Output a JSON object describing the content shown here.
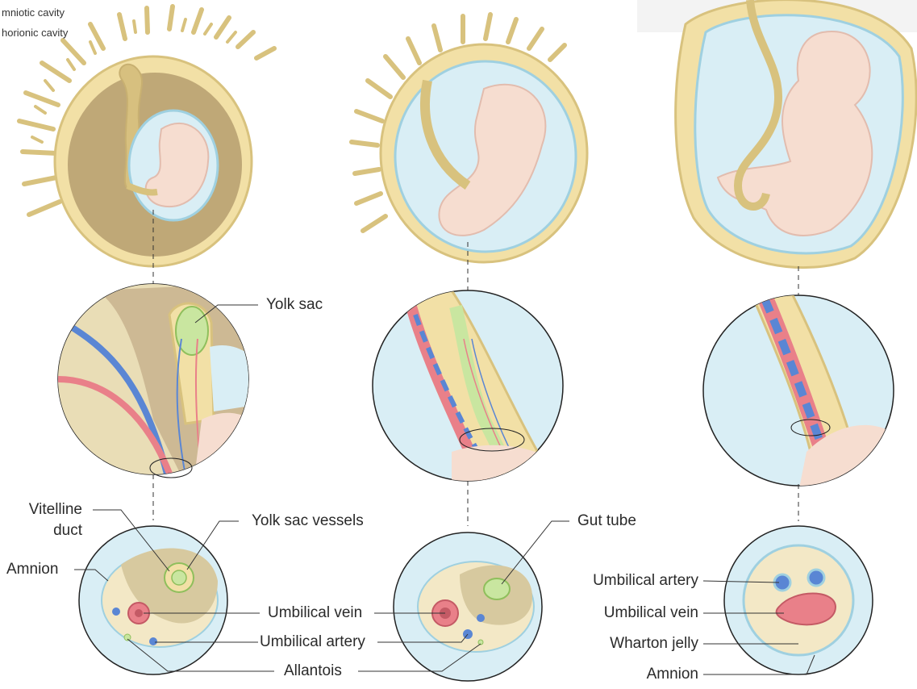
{
  "legend": {
    "amniotic_cavity": "mniotic cavity",
    "chorionic_cavity": "horionic cavity"
  },
  "labels": {
    "yolk_sac": "Yolk sac",
    "vitelline_duct_line1": "Vitelline",
    "vitelline_duct_line2": "duct",
    "yolk_sac_vessels": "Yolk sac vessels",
    "amnion_left": "Amnion",
    "umbilical_vein_1": "Umbilical vein",
    "umbilical_artery_1": "Umbilical artery",
    "allantois": "Allantois",
    "gut_tube": "Gut tube",
    "umbilical_artery_3": "Umbilical artery",
    "umbilical_vein_3": "Umbilical vein",
    "wharton_jelly": "Wharton jelly",
    "amnion_right": "Amnion"
  },
  "colors": {
    "chorion": "#f2e0a6",
    "chorion_outline": "#d8c27e",
    "amniotic_fluid": "#d9eef5",
    "amnion_outline": "#9fd0e0",
    "embryo": "#f6ddd0",
    "embryo_outline": "#e2bcae",
    "cavity_dark": "#c2ad7c",
    "artery": "#5a86d4",
    "vein": "#e98089",
    "allantois": "#c9e6a0",
    "line": "#333333"
  }
}
